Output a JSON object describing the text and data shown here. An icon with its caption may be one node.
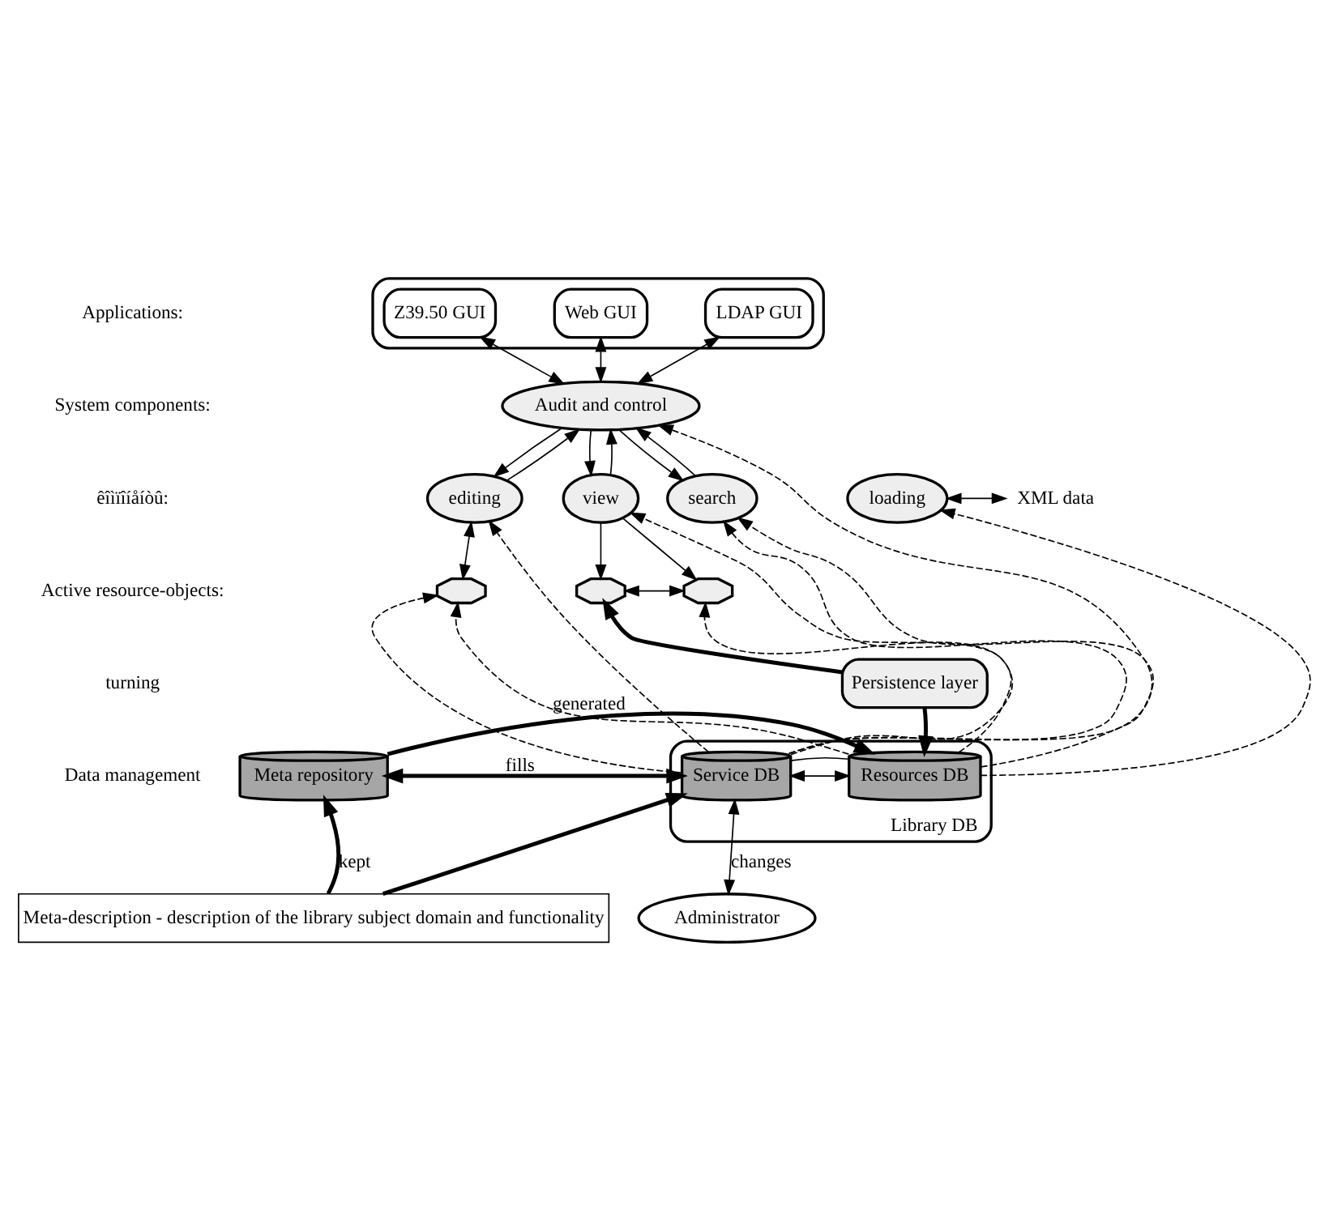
{
  "diagram": {
    "nodes": [
      {
        "text": [],
        "shape": "ellipse"
      },
      {
        "text": [
          "Z39.50 GUI"
        ],
        "in": 0
      },
      {
        "text": [
          "Web GUI"
        ],
        "in": 0
      },
      {
        "text": [
          "LDAP GUI"
        ],
        "in": 0
      },
      {
        "text": [
          "Audit and control"
        ]
      },
      {
        "text": [
          "XML data"
        ]
      },
      {
        "text": [
          "loading"
        ]
      },
      {
        "text": [
          "editing"
        ]
      },
      {
        "text": [
          "view"
        ]
      },
      {
        "text": [
          "search"
        ]
      },
      {
        "text": [],
        "shape": "octagon"
      },
      {
        "text": [],
        "shape": "octagon"
      },
      {
        "text": [],
        "shape": "octagon"
      },
      {
        "text": [
          "Persistence layer"
        ]
      },
      {
        "text": [
          "Library DB"
        ]
      },
      {
        "text": [
          "Service DB"
        ],
        "in": 14
      },
      {
        "text": [
          "Resources DB"
        ],
        "in": 14
      },
      {
        "text": [
          "Meta repository"
        ]
      },
      {
        "text": [
          "Meta-description - description of the library subject domain and functionality"
        ]
      },
      {
        "text": [
          "Administrator"
        ]
      }
    ],
    "edges": [
      {
        "from": 1,
        "to": 4,
        "arrow": "both"
      },
      {
        "from": 2,
        "to": 4,
        "arrow": "both"
      },
      {
        "from": 3,
        "to": 4,
        "arrow": "both"
      },
      {
        "from": 7,
        "to": 4,
        "arrow": "to"
      },
      {
        "from": 4,
        "to": 7,
        "arrow": "to"
      },
      {
        "from": 4,
        "to": 8,
        "arrow": "to"
      },
      {
        "from": 8,
        "to": 4,
        "arrow": "to"
      },
      {
        "from": 4,
        "to": 9,
        "arrow": "to"
      },
      {
        "from": 9,
        "to": 4,
        "arrow": "to"
      },
      {
        "from": 5,
        "to": 6,
        "arrow": "both"
      },
      {
        "from": 7,
        "to": 10,
        "arrow": "both"
      },
      {
        "from": 8,
        "to": 11,
        "arrow": "to"
      },
      {
        "from": 8,
        "to": 12,
        "arrow": "to"
      },
      {
        "from": 11,
        "to": 12,
        "arrow": "both"
      },
      {
        "from": 15,
        "to": 4,
        "arrow": "to",
        "style": "dashed"
      },
      {
        "from": 15,
        "to": 7,
        "arrow": "to",
        "style": "dashed"
      },
      {
        "from": 15,
        "to": 8,
        "arrow": "to",
        "style": "dashed"
      },
      {
        "from": 15,
        "to": 9,
        "arrow": "to",
        "style": "dashed"
      },
      {
        "from": 15,
        "to": 10,
        "arrow": "to",
        "style": "dashed"
      },
      {
        "from": 16,
        "to": 6,
        "arrow": "to",
        "style": "dashed"
      },
      {
        "from": 16,
        "to": 10,
        "arrow": "to",
        "style": "dashed"
      },
      {
        "from": 16,
        "to": 12,
        "arrow": "to",
        "style": "dashed"
      },
      {
        "from": 16,
        "to": 9,
        "arrow": "to",
        "style": "dashed"
      },
      {
        "from": 13,
        "to": 11,
        "arrow": "to",
        "style": "thick"
      },
      {
        "from": 13,
        "to": 16,
        "arrow": "to",
        "style": "thick"
      },
      {
        "from": 15,
        "to": 16,
        "arrow": "both"
      },
      {
        "from": 15,
        "to": 16,
        "arrow": "none"
      },
      {
        "from": 17,
        "to": 15,
        "arrow": "both",
        "style": "thick",
        "label": "fills"
      },
      {
        "from": 17,
        "to": 16,
        "arrow": "to",
        "style": "thick",
        "label": "generated"
      },
      {
        "from": 18,
        "to": 17,
        "arrow": "to",
        "style": "thick",
        "label": "kept"
      },
      {
        "from": 18,
        "to": 15,
        "arrow": "to",
        "style": "thick"
      },
      {
        "from": 15,
        "to": 19,
        "arrow": "both",
        "label": "changes"
      }
    ],
    "labels": [
      "Applications:",
      "System components:",
      "êîìïîíåíòû:",
      "Active resource-objects:",
      "turning",
      "Data management"
    ]
  }
}
